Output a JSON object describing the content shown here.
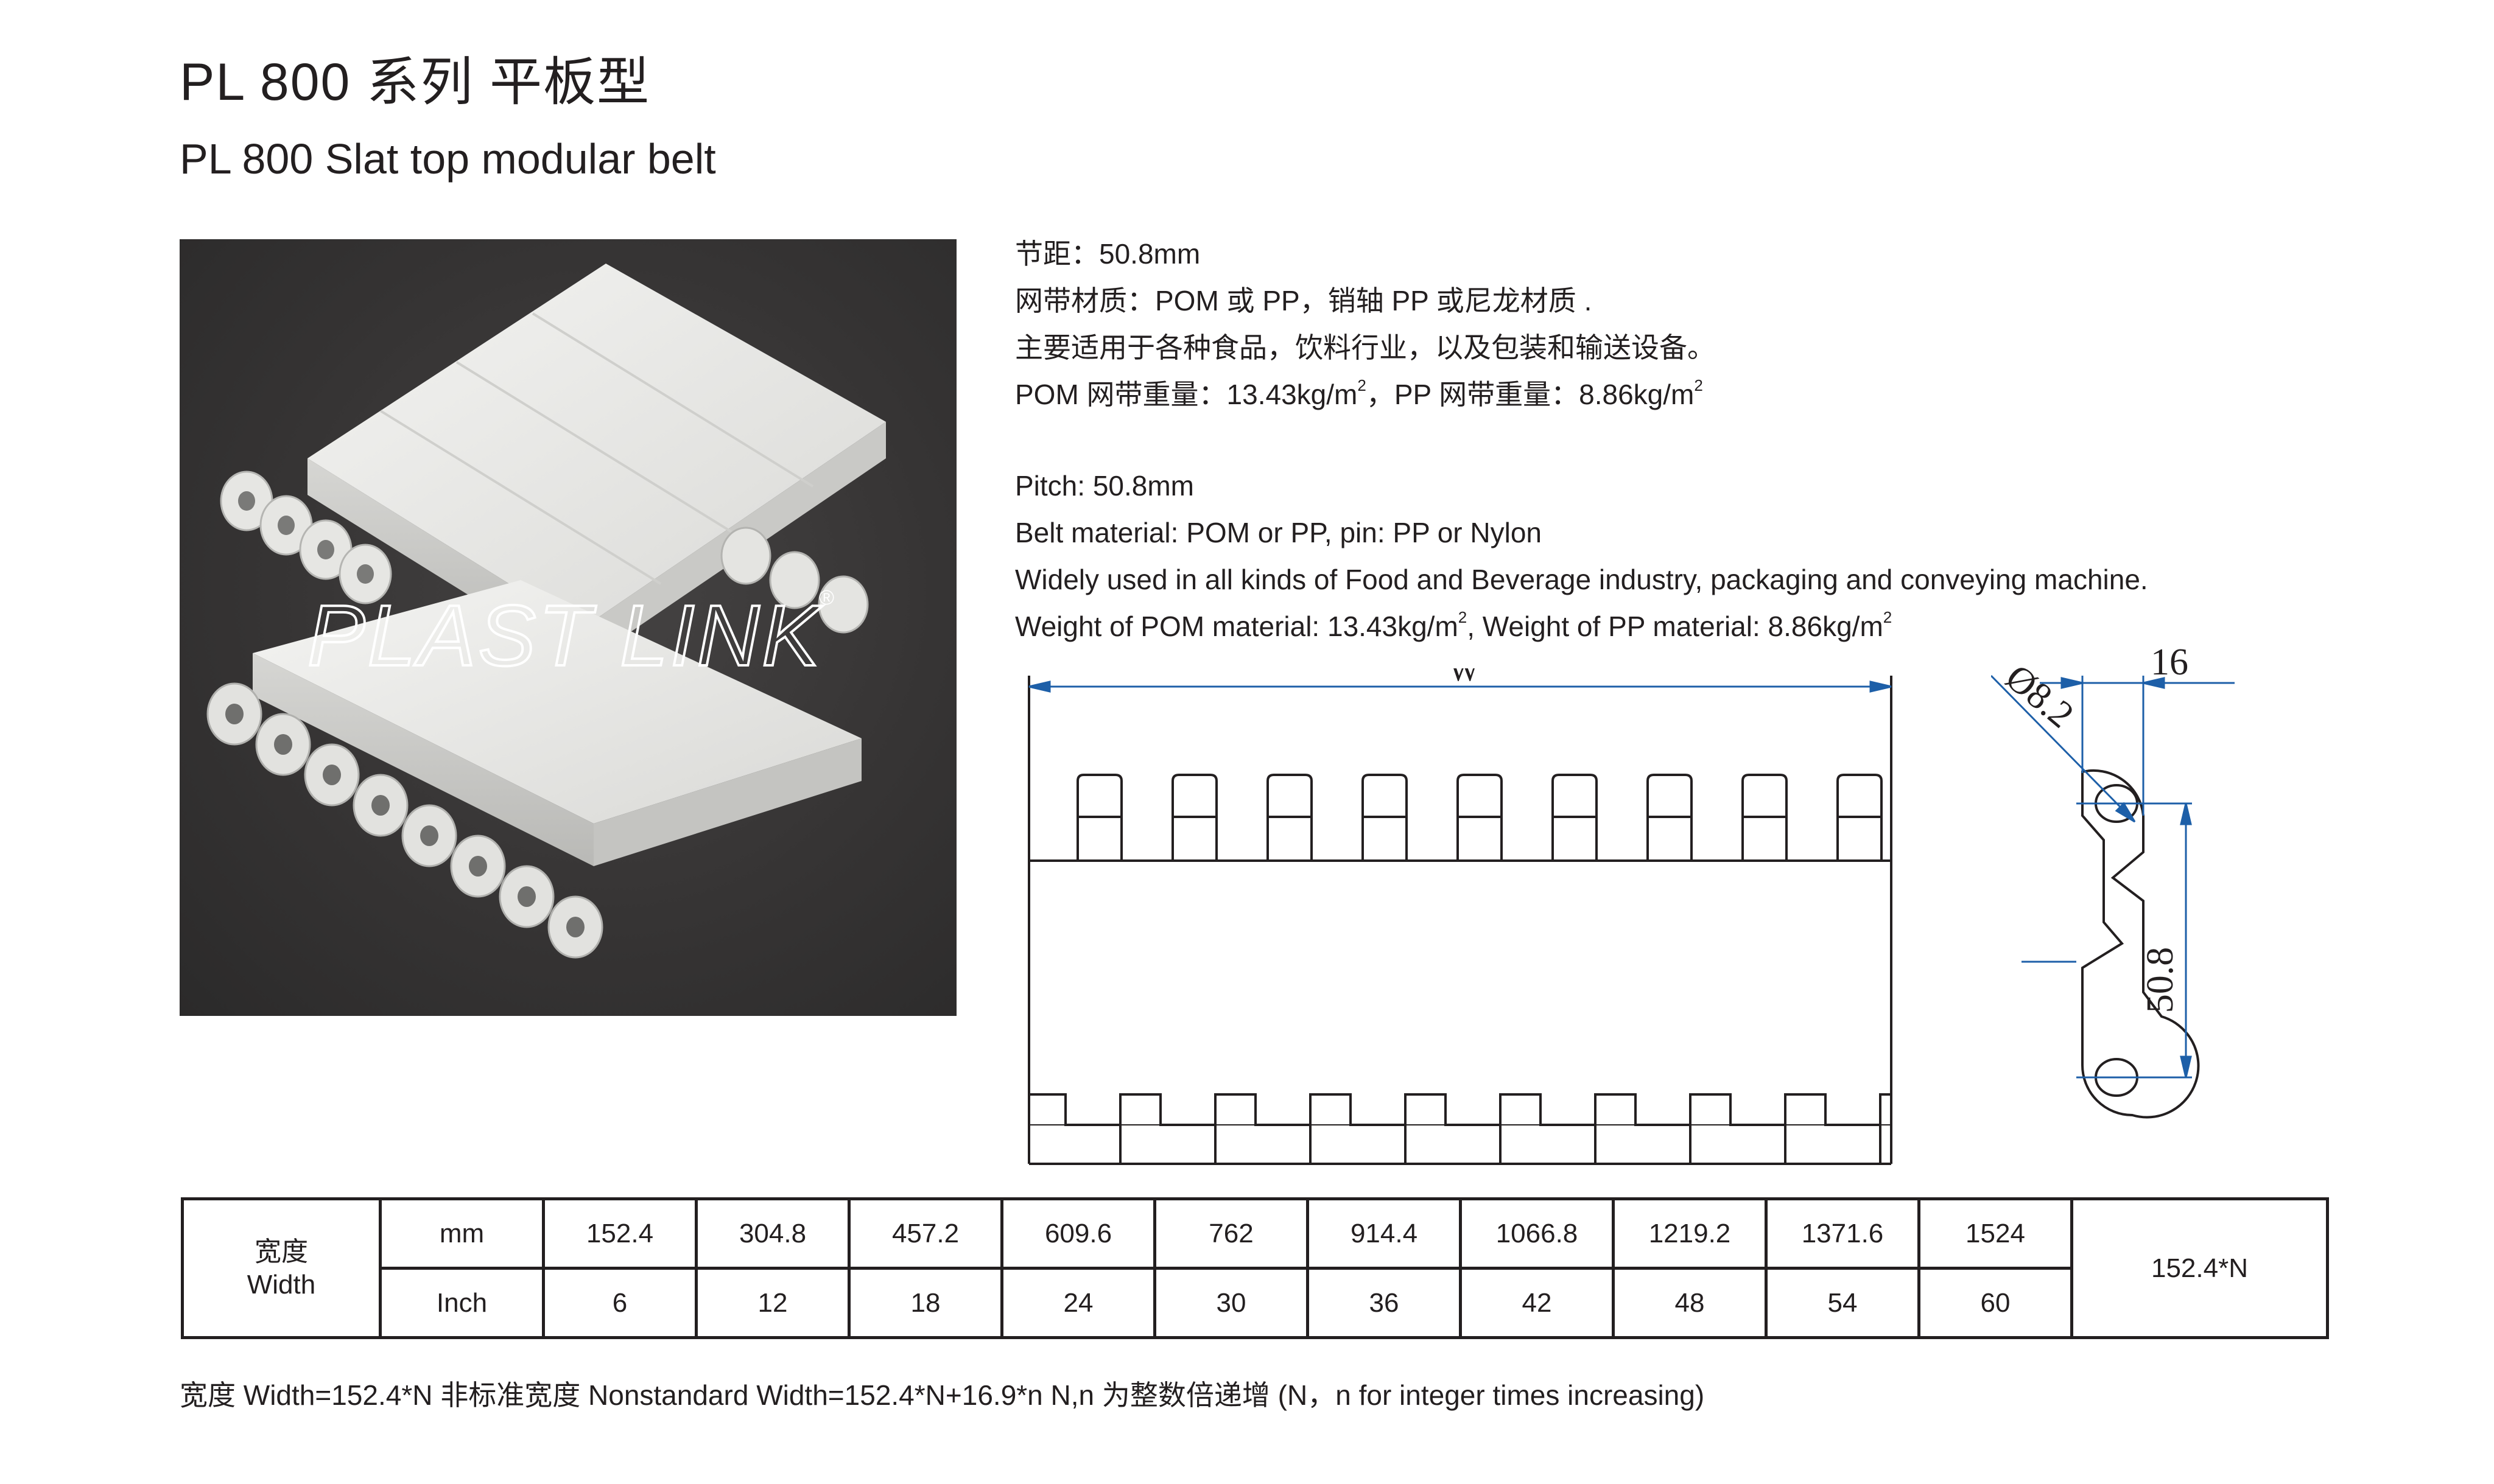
{
  "header": {
    "title_cn": "PL 800 系列 平板型",
    "title_en": "PL 800 Slat top modular belt"
  },
  "photo": {
    "watermark": "PLAST LINK",
    "watermark_mark": "®"
  },
  "specs_cn": {
    "pitch": "节距：50.8mm",
    "material": "网带材质：POM 或 PP，销轴 PP 或尼龙材质 .",
    "usage": "主要适用于各种食品，饮料行业，以及包装和输送设备。",
    "weight_pom_label": "POM 网带重量：13.43kg/m",
    "weight_sep_label": "，PP 网带重量：8.86kg/m",
    "sq": "2"
  },
  "specs_en": {
    "pitch": "Pitch: 50.8mm",
    "material": "Belt material: POM or PP, pin: PP or Nylon",
    "usage": "Widely used in all kinds of Food and Beverage industry, packaging and conveying machine.",
    "weight_pom_label": "Weight of POM material: 13.43kg/m",
    "weight_sep_label": ", Weight of PP material: 8.86kg/m",
    "sq": "2"
  },
  "drawing": {
    "width_label": "W",
    "pin_diameter_label": "Ø8.2",
    "thickness_label": "16",
    "pitch_label": "50.8",
    "colors": {
      "line": "#231f20",
      "dimension": "#1d5fa8"
    }
  },
  "width_table": {
    "header_cn": "宽度",
    "header_en": "Width",
    "row_mm_label": "mm",
    "row_inch_label": "Inch",
    "mm_values": [
      "152.4",
      "304.8",
      "457.2",
      "609.6",
      "762",
      "914.4",
      "1066.8",
      "1219.2",
      "1371.6",
      "1524"
    ],
    "inch_values": [
      "6",
      "12",
      "18",
      "24",
      "30",
      "36",
      "42",
      "48",
      "54",
      "60"
    ],
    "formula": "152.4*N"
  },
  "footnote": "宽度 Width=152.4*N   非标准宽度 Nonstandard Width=152.4*N+16.9*n   N,n 为整数倍递增 (N，n for integer times increasing)"
}
